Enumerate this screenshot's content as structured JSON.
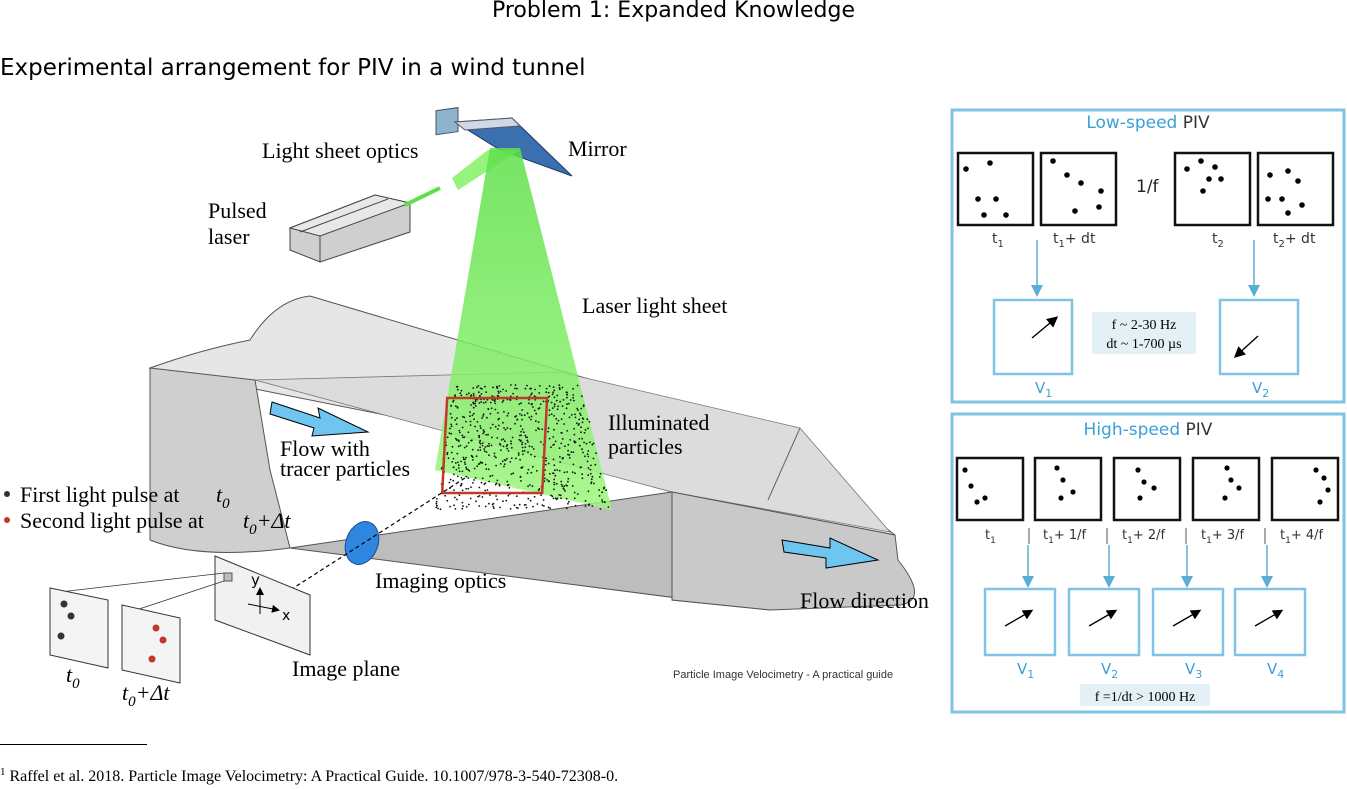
{
  "page": {
    "title": "Problem 1: Expanded Knowledge",
    "subtitle": "Experimental arrangement for PIV in a wind tunnel"
  },
  "left_figure": {
    "light_sheet_optics": "Light sheet optics",
    "mirror": "Mirror",
    "pulsed": "Pulsed",
    "laser": "laser",
    "laser_light_sheet": "Laser light sheet",
    "illuminated": "Illuminated",
    "particles": "particles",
    "flow_with": "Flow with",
    "tracer_particles": "tracer particles",
    "first_pulse": "First light pulse at",
    "second_pulse": "Second light pulse at",
    "t0": "t",
    "t0_sub": "0",
    "dt_suffix": "+Δt",
    "imaging_optics": "Imaging optics",
    "flow_direction": "Flow direction",
    "image_plane": "Image plane",
    "axis_x": "x",
    "axis_y": "y",
    "credit": "Particle Image Velocimetry - A practical guide",
    "colors": {
      "laser_green": "#7cf05a",
      "box_red": "#c0392b",
      "arrow_blue": "#6ec6f0",
      "dot_red": "#c0392b"
    }
  },
  "low_speed": {
    "title_highlight": "Low-speed",
    "title_rest": " PIV",
    "frame_labels": [
      {
        "t": "t",
        "sub": "1",
        "suffix": ""
      },
      {
        "t": "t",
        "sub": "1",
        "suffix": "+ dt"
      },
      {
        "t": "t",
        "sub": "2",
        "suffix": ""
      },
      {
        "t": "t",
        "sub": "2",
        "suffix": "+ dt"
      }
    ],
    "one_over_f": "1/f",
    "freq_line1": "f ~ 2-30 Hz",
    "freq_line2": "dt ~ 1-700 µs",
    "vectors": [
      {
        "v": "V",
        "sub": "1"
      },
      {
        "v": "V",
        "sub": "2"
      }
    ]
  },
  "high_speed": {
    "title_highlight": "High-speed",
    "title_rest": " PIV",
    "frame_labels": [
      {
        "t": "t",
        "sub": "1",
        "suffix": ""
      },
      {
        "t": "t",
        "sub": "1",
        "suffix": "+ 1/f"
      },
      {
        "t": "t",
        "sub": "1",
        "suffix": "+ 2/f"
      },
      {
        "t": "t",
        "sub": "1",
        "suffix": "+ 3/f"
      },
      {
        "t": "t",
        "sub": "1",
        "suffix": "+ 4/f"
      }
    ],
    "vectors": [
      {
        "v": "V",
        "sub": "1"
      },
      {
        "v": "V",
        "sub": "2"
      },
      {
        "v": "V",
        "sub": "3"
      },
      {
        "v": "V",
        "sub": "4"
      }
    ],
    "freq_note": "f =1/dt > 1000 Hz",
    "colors": {
      "panel_border": "#7fc3e6",
      "highlight_text": "#3aa0d8",
      "note_bg": "#e3f1f6"
    }
  },
  "footnote": {
    "marker": "1",
    "text": "Raffel et al. 2018. Particle Image Velocimetry: A Practical Guide. 10.1007/978-3-540-72308-0."
  }
}
